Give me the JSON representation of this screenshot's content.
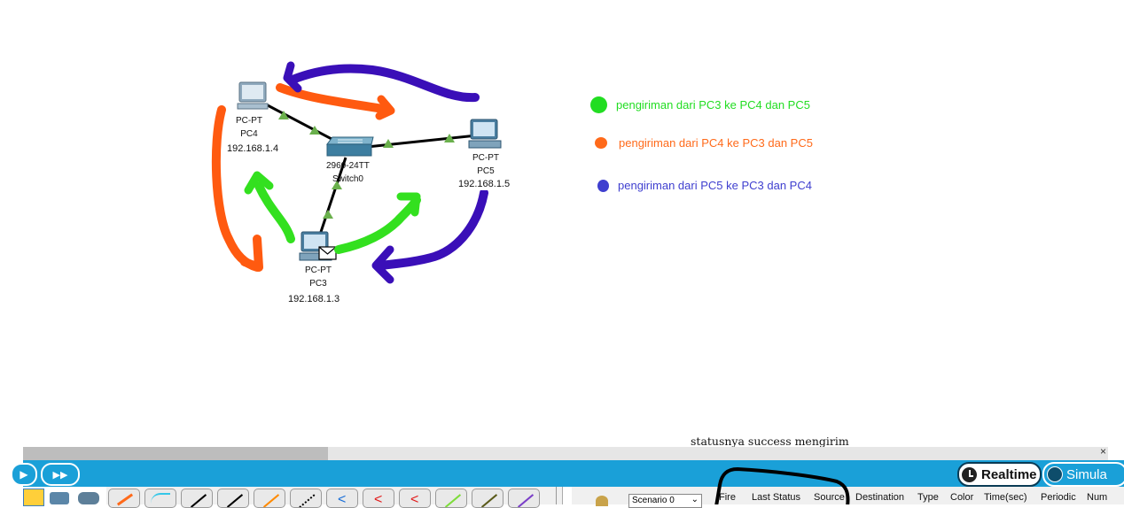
{
  "topology": {
    "devices": [
      {
        "id": "pc4",
        "type": "PC-PT",
        "name": "PC4",
        "ip": "192.168.1.4"
      },
      {
        "id": "pc5",
        "type": "PC-PT",
        "name": "PC5",
        "ip": "192.168.1.5"
      },
      {
        "id": "pc3",
        "type": "PC-PT",
        "name": "PC3",
        "ip": "192.168.1.3"
      },
      {
        "id": "switch0",
        "type": "2960-24TT",
        "name": "Switch0"
      }
    ]
  },
  "legend": [
    {
      "text": "pengiriman dari PC3 ke PC4 dan PC5",
      "color": "#22dd22"
    },
    {
      "text": "pengiriman dari PC4 ke PC3 dan PC5",
      "color": "#ff6a1a"
    },
    {
      "text": "pengiriman dari PC5 ke PC3 dan PC4",
      "color": "#3f3fcf"
    }
  ],
  "annotation": "statusnya success mengirim",
  "toolbar": {
    "realtime_label": "Realtime",
    "simulation_label": "Simula"
  },
  "pdu_panel": {
    "scenario_value": "Scenario 0",
    "columns": [
      "Fire",
      "Last Status",
      "Source",
      "Destination",
      "Type",
      "Color",
      "Time(sec)",
      "Periodic",
      "Num"
    ]
  },
  "colors": {
    "accent_blue": "#1aa0d8",
    "arrow_green": "#33e01f",
    "arrow_orange": "#ff5a10",
    "arrow_purple": "#3a0fb8"
  },
  "icons": [
    "pc-icon",
    "switch-icon",
    "link-light-icon",
    "envelope-icon",
    "clock-icon",
    "fast-forward-icon",
    "realtime-icon",
    "simulation-icon",
    "info-icon"
  ]
}
